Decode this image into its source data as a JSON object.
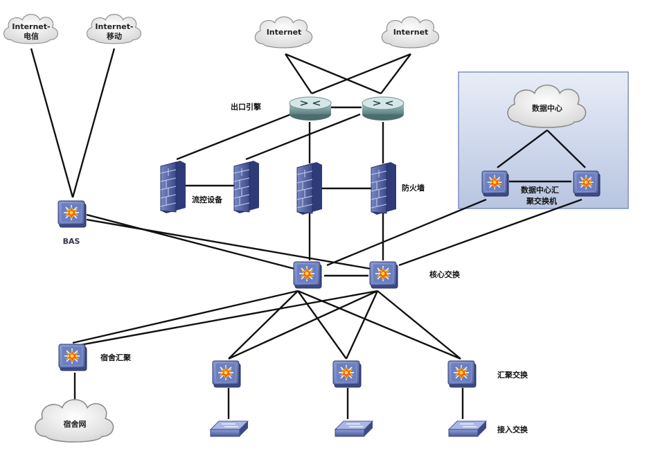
{
  "clouds": {
    "telecom_line1": "Internet-",
    "telecom_line2": "电信",
    "mobile_line1": "Internet-",
    "mobile_line2": "移动",
    "internet_left": "Internet",
    "internet_right": "Internet",
    "datacenter": "数据中心",
    "dorm": "宿舍网"
  },
  "labels": {
    "egress_router": "出口引擎",
    "flow_control": "流控设备",
    "firewall": "防火墙",
    "bas": "BAS",
    "core_switch": "核心交换",
    "dc_switch_line1": "数据中心汇",
    "dc_switch_line2": "聚交换机",
    "dorm_aggregation": "宿舍汇聚",
    "aggregation_switch": "汇聚交换",
    "access_switch": "接入交换"
  },
  "colors": {
    "link": "#111111",
    "cloud_fill": "#f2f2f2",
    "switch_body": "#4a5a9a",
    "switch_face": "#6f82c0",
    "burst": "#ff5a10",
    "router_top": "#cfe0e0",
    "firewall_body": "#5a6aa8",
    "dc_panel": "#b9c6e2",
    "dc_panel_edge": "#7d8fc0"
  },
  "icons": {
    "switch": "layer3-switch-icon",
    "router": "router-icon",
    "firewall": "firewall-icon",
    "access": "access-switch-icon",
    "cloud": "cloud-icon"
  }
}
